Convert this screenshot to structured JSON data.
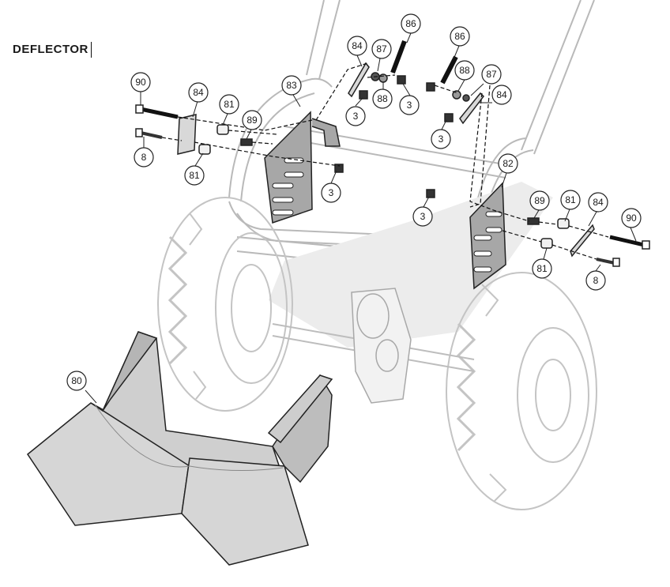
{
  "title": "DEFLECTOR",
  "callouts": [
    {
      "id": "c90a",
      "label": "90"
    },
    {
      "id": "c84a",
      "label": "84"
    },
    {
      "id": "c81a",
      "label": "81"
    },
    {
      "id": "c89a",
      "label": "89"
    },
    {
      "id": "c8a",
      "label": "8"
    },
    {
      "id": "c81b",
      "label": "81"
    },
    {
      "id": "c83",
      "label": "83"
    },
    {
      "id": "c3a",
      "label": "3"
    },
    {
      "id": "c3b",
      "label": "3"
    },
    {
      "id": "c84b",
      "label": "84"
    },
    {
      "id": "c87a",
      "label": "87"
    },
    {
      "id": "c88a",
      "label": "88"
    },
    {
      "id": "c86a",
      "label": "86"
    },
    {
      "id": "c3c",
      "label": "3"
    },
    {
      "id": "c86b",
      "label": "86"
    },
    {
      "id": "c88b",
      "label": "88"
    },
    {
      "id": "c87b",
      "label": "87"
    },
    {
      "id": "c84c",
      "label": "84"
    },
    {
      "id": "c3d",
      "label": "3"
    },
    {
      "id": "c82",
      "label": "82"
    },
    {
      "id": "c3e",
      "label": "3"
    },
    {
      "id": "c89b",
      "label": "89"
    },
    {
      "id": "c81c",
      "label": "81"
    },
    {
      "id": "c84d",
      "label": "84"
    },
    {
      "id": "c90b",
      "label": "90"
    },
    {
      "id": "c81d",
      "label": "81"
    },
    {
      "id": "c8b",
      "label": "8"
    },
    {
      "id": "c80",
      "label": "80"
    }
  ]
}
